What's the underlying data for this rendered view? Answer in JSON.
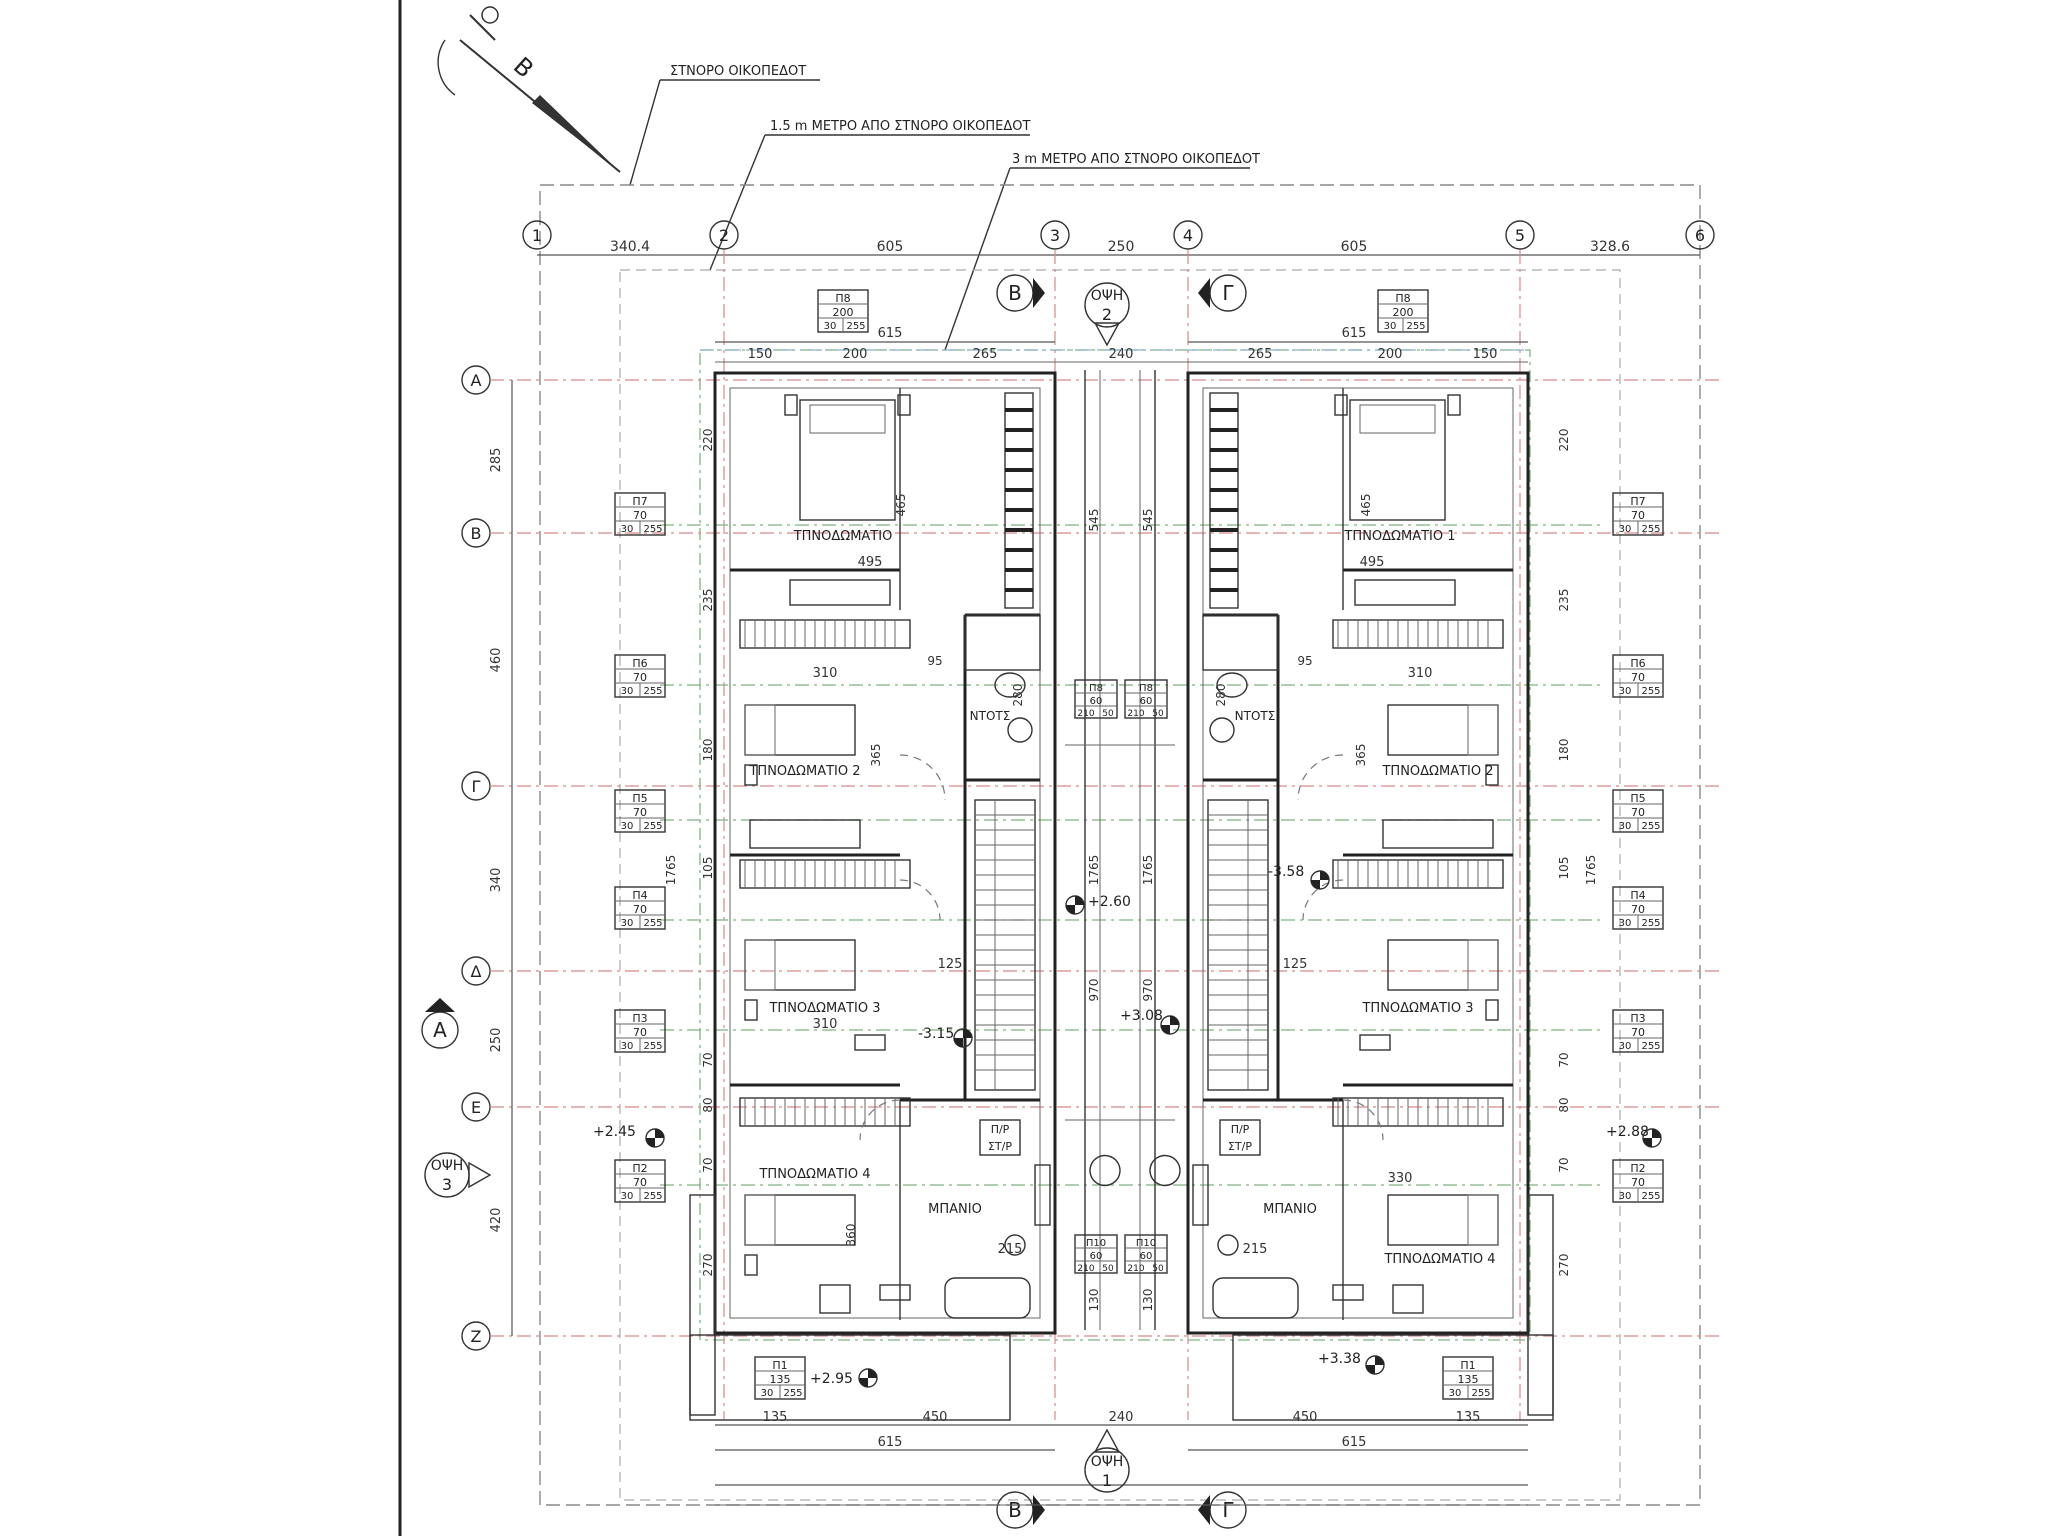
{
  "notes": {
    "boundary": "ΣΤΝΟΡΟ ΟΙΚΟΠΕΔΟΤ",
    "setback_15": "1.5 m  ΜΕΤΡΟ ΑΠΟ ΣΤΝΟΡΟ ΟΙΚΟΠΕΔΟΤ",
    "setback_3": "3 m  ΜΕΤΡΟ ΑΠΟ ΣΤΝΟΡΟ ΟΙΚΟΠΕΔΟΤ"
  },
  "north_label": "B",
  "grid_columns": [
    "1",
    "2",
    "3",
    "4",
    "5",
    "6"
  ],
  "grid_rows": [
    "A",
    "B",
    "Γ",
    "Δ",
    "E",
    "Z"
  ],
  "top_dims": [
    "340.4",
    "605",
    "250",
    "605",
    "328.6"
  ],
  "rooms": {
    "bed1_left": "ΤΠΝΟΔΩΜΑΤΙΟ",
    "bed1_right": "ΤΠΝΟΔΩΜΑΤΙΟ 1",
    "bed2": "ΤΠΝΟΔΩΜΑΤΙΟ 2",
    "bed3": "ΤΠΝΟΔΩΜΑΤΙΟ 3",
    "bed4": "ΤΠΝΟΔΩΜΑΤΙΟ 4",
    "wc": "ΝΤΟΤΣ",
    "bath": "ΜΠΑΝΙΟ"
  },
  "levels": {
    "l1": "+2.60",
    "l2": "-3.15",
    "l3": "+3.08",
    "l4": "-3.58",
    "l5": "+2.45",
    "l6": "+2.88",
    "l7": "+2.95",
    "l8": "+3.38"
  },
  "section_markers": {
    "B": "B",
    "G": "Γ",
    "A": "A"
  },
  "views": {
    "v1": "ΟΨΗ",
    "v1n": "1",
    "v2": "ΟΨΗ",
    "v2n": "2",
    "v3": "ΟΨΗ",
    "v3n": "3"
  },
  "window_tags": {
    "p8": [
      "Π8",
      "200",
      "30",
      "255"
    ],
    "p7": [
      "Π7",
      "70",
      "30",
      "255"
    ],
    "p6": [
      "Π6",
      "70",
      "30",
      "255"
    ],
    "p5": [
      "Π5",
      "70",
      "30",
      "255"
    ],
    "p4": [
      "Π4",
      "70",
      "30",
      "255"
    ],
    "p3": [
      "Π3",
      "70",
      "30",
      "255"
    ],
    "p2": [
      "Π2",
      "70",
      "30",
      "255"
    ],
    "p1": [
      "Π1",
      "135",
      "30",
      "255"
    ]
  },
  "door_tags": {
    "d_top_a": [
      "Π8",
      "60",
      "210",
      "50"
    ],
    "d_top_b": [
      "Π8",
      "60",
      "210",
      "50"
    ],
    "d_bot_a": [
      "Π10",
      "60",
      "210",
      "50"
    ],
    "d_bot_b": [
      "Π10",
      "60",
      "210",
      "50"
    ]
  },
  "stair_labels": {
    "up": "Π/Ρ",
    "down": "ΣΤ/Ρ"
  },
  "inner_dims": {
    "d615": "615",
    "d150": "150",
    "d200": "200",
    "d265": "265",
    "d240": "240",
    "d220": "220",
    "d465": "465",
    "d495": "495",
    "d235": "235",
    "d310": "310",
    "d95": "95",
    "d280": "280",
    "d180": "180",
    "d365": "365",
    "d105": "105",
    "d125": "125",
    "d1765": "1765",
    "d970": "970",
    "d545": "545",
    "d330": "330",
    "d80": "80",
    "d70": "70",
    "d215": "215",
    "d270": "270",
    "d130": "130",
    "d360": "360",
    "d135": "135",
    "d450": "450",
    "d285": "285",
    "d460": "460",
    "d340": "340",
    "d250": "250",
    "d420": "420"
  }
}
